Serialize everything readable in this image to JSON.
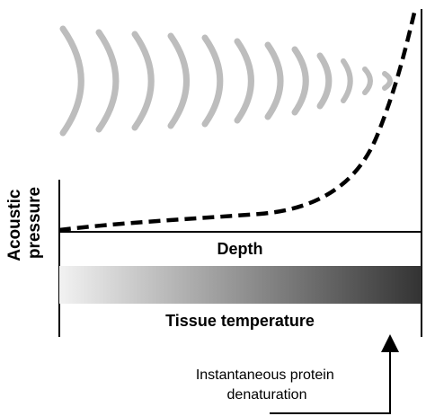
{
  "figure": {
    "y_axis_label": [
      "Acoustic",
      "pressure"
    ],
    "depth_label": "Depth",
    "temperature_label": "Tissue temperature",
    "annotation": [
      "Instantaneous protein",
      "denaturation"
    ]
  },
  "colors": {
    "wave": "#bdbdbd",
    "curve": "#000000",
    "axis": "#000000",
    "gradient_start": "#f2f2f2",
    "gradient_end": "#333333"
  },
  "icons": {
    "waves": "ultrasound-wavefronts-icon",
    "arrow": "up-arrow-icon"
  }
}
